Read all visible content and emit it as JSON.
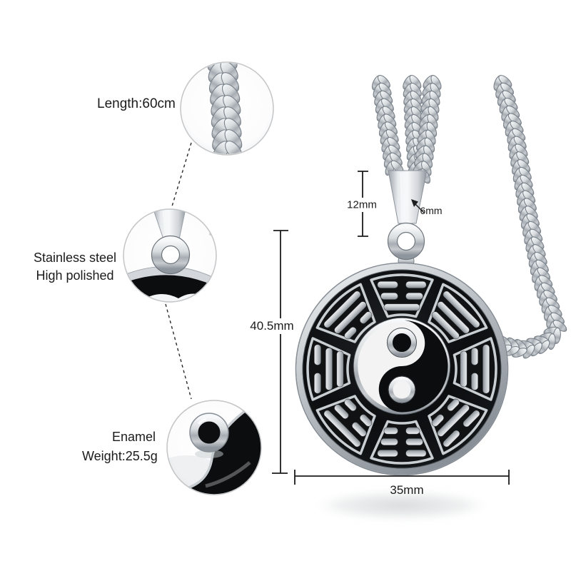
{
  "page": {
    "background": "#ffffff"
  },
  "labels": {
    "length": "Length:60cm",
    "material_line1": "Stainless steel",
    "material_line2": "High polished",
    "enamel": "Enamel",
    "weight": "Weight:25.5g"
  },
  "measurements": {
    "bail_height": "12mm",
    "bail_opening": "6mm",
    "pendant_height": "40.5mm",
    "pendant_width": "35mm"
  },
  "pendant": {
    "style": "yin-yang bagua eight-trigrams pendant",
    "trigrams": [
      [
        0,
        0,
        1
      ],
      [
        1,
        1,
        1
      ],
      [
        1,
        0,
        1
      ],
      [
        0,
        1,
        0
      ],
      [
        0,
        0,
        0
      ],
      [
        1,
        0,
        0
      ],
      [
        0,
        1,
        1
      ],
      [
        1,
        1,
        0
      ]
    ]
  },
  "colors": {
    "metal_light": "#f4f6f7",
    "metal_mid": "#b9bfc4",
    "metal_dark": "#878e95",
    "enamel_black": "#0b0d0e",
    "text": "#1b1b1b",
    "dimension_line": "#1c1c1c",
    "callout_border": "#c3c5c7"
  }
}
